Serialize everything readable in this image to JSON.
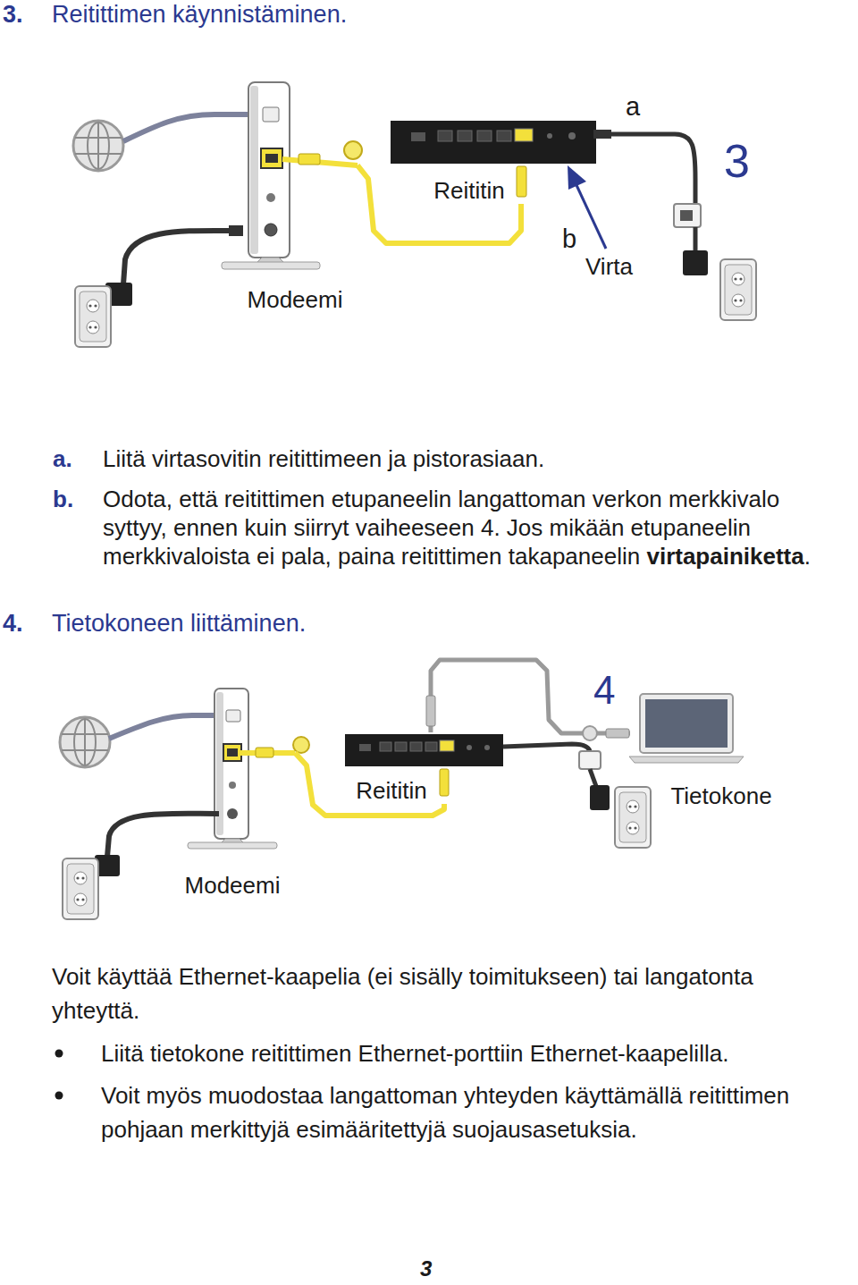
{
  "diagram": {
    "nodes": [
      {
        "text": [
          "Modeemi"
        ]
      },
      {
        "text": [
          "Reititin"
        ]
      },
      {
        "text": [
          "Modeemi"
        ]
      },
      {
        "text": [
          "Reititin"
        ]
      },
      {
        "text": [
          "Tietokone"
        ]
      }
    ],
    "edges": [
      {
        "from": 0,
        "to": 1,
        "arrow": "none"
      },
      {
        "from": 2,
        "to": 3,
        "arrow": "none"
      },
      {
        "from": 3,
        "to": 4,
        "arrow": "none"
      }
    ],
    "labels": [
      "3.",
      "Reitittimen käynnistäminen.",
      "a",
      "3",
      "b",
      "Virta",
      "a.",
      "Liitä virtasovitin reitittimeen ja pistorasiaan.",
      "b.",
      "Odota, että reitittimen etupaneelin langattoman verkon merkkivalo syttyy, ennen kuin siirryt vaiheeseen 4. Jos mikään etupaneelin merkkivaloista ei pala, paina reitittimen takapaneelin",
      "virtapainiketta",
      ".",
      "4.",
      "Tietokoneen liittäminen.",
      "4",
      "Voit käyttää Ethernet-kaapelia (ei sisälly toimitukseen) tai langatonta yhteyttä.",
      "Liitä tietokone reitittimen Ethernet-porttiin Ethernet-kaapelilla.",
      "Voit myös muodostaa langattoman yhteyden käyttämällä reitittimen pohjaan merkittyjä esimääritettyjä suojausasetuksia.",
      "3"
    ]
  }
}
